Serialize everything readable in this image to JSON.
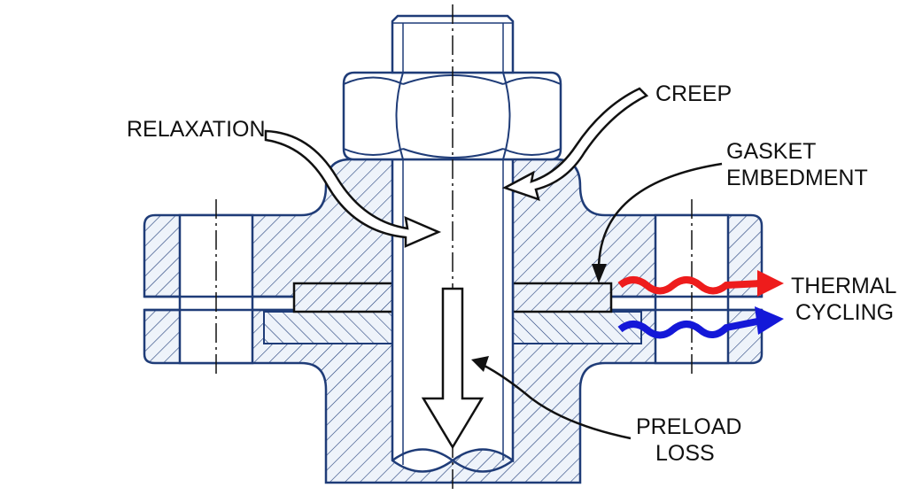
{
  "labels": {
    "relaxation": "RELAXATION",
    "creep": "CREEP",
    "gasket_line1": "GASKET",
    "gasket_line2": "EMBEDMENT",
    "thermal_line1": "THERMAL",
    "thermal_line2": "CYCLING",
    "preload_line1": "PRELOAD",
    "preload_line2": "LOSS"
  },
  "colors": {
    "outline": "#1f3c78",
    "hot": "#ee1c1c",
    "cold": "#1418d8",
    "text": "#111111"
  }
}
